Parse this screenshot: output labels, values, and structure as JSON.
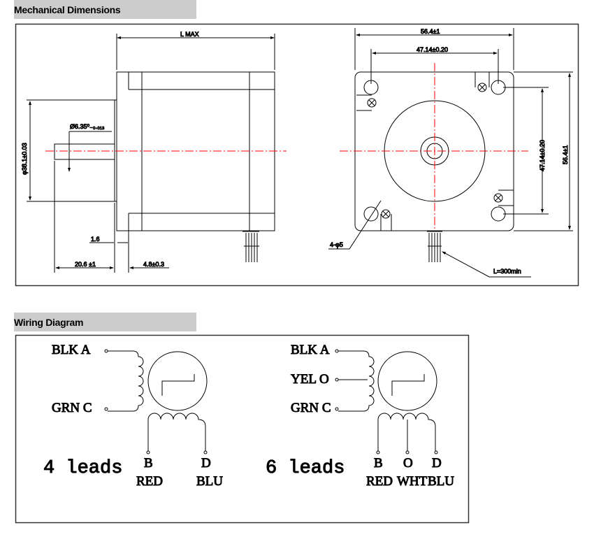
{
  "sections": {
    "mechanical": "Mechanical Dimensions",
    "wiring": "Wiring Diagram"
  },
  "mechanical": {
    "length": "L MAX",
    "shaft_dia": "Ø6.35⁰₋₀.₀₁₃",
    "pilot_dia": "φ38.1±0.03",
    "flange": "1.6",
    "shaft_len": "20.6 ±1",
    "pilot_len": "4.8±0.3",
    "width": "56.4±1",
    "hole_spacing_h": "47.14±0.20",
    "hole_spacing_v": "47.14±0.20",
    "height": "56.4±1",
    "holes": "4-φ5",
    "lead_len": "L=300min",
    "centerline_color": "#ff0000"
  },
  "wiring": {
    "four": {
      "title": "4 leads",
      "a": "BLK  A",
      "c": "GRN  C",
      "b": "B",
      "d": "D",
      "red": "RED",
      "blu": "BLU"
    },
    "six": {
      "title": "6 leads",
      "a": "BLK A",
      "o1": "YEL O",
      "c": "GRN C",
      "b": "B",
      "o2": "O",
      "d": "D",
      "red": "RED",
      "wht": "WHT",
      "blu": "BLU"
    }
  }
}
